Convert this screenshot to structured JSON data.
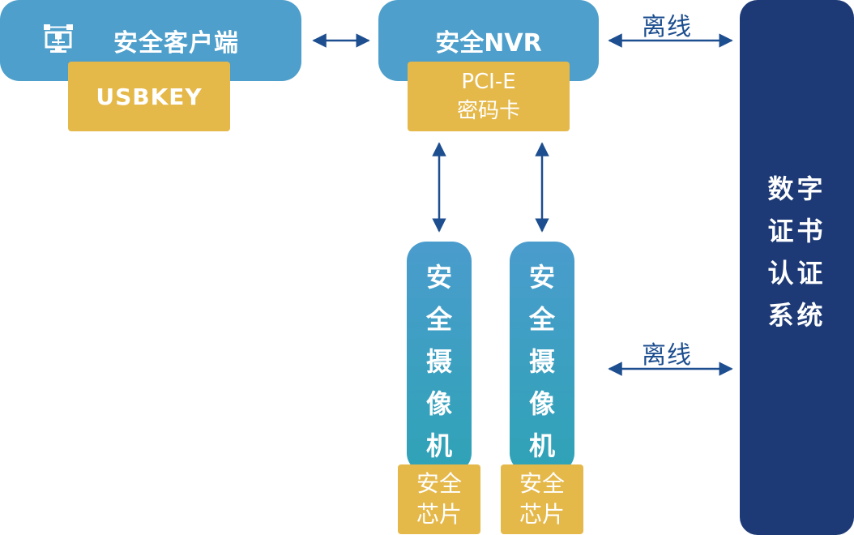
{
  "client": {
    "label": "安全客户端",
    "icon": "network-terminal-icon"
  },
  "usbkey": {
    "label": "USBKEY"
  },
  "nvr": {
    "label": "安全NVR"
  },
  "pcie": {
    "line1": "PCI-E",
    "line2": "密码卡"
  },
  "cameras": [
    {
      "chars": [
        "安",
        "全",
        "摄",
        "像",
        "机"
      ],
      "chip_line1": "安全",
      "chip_line2": "芯片"
    },
    {
      "chars": [
        "安",
        "全",
        "摄",
        "像",
        "机"
      ],
      "chip_line1": "安全",
      "chip_line2": "芯片"
    }
  ],
  "cert_system": {
    "lines": [
      "数字",
      "证书",
      "认证",
      "系统"
    ]
  },
  "links": {
    "offline_top": "离线",
    "offline_bottom": "离线"
  },
  "colors": {
    "box_blue": "#4e9fcb",
    "box_gold": "#e5b84a",
    "box_navy": "#1d3a76",
    "arrow": "#1d4e8f"
  }
}
